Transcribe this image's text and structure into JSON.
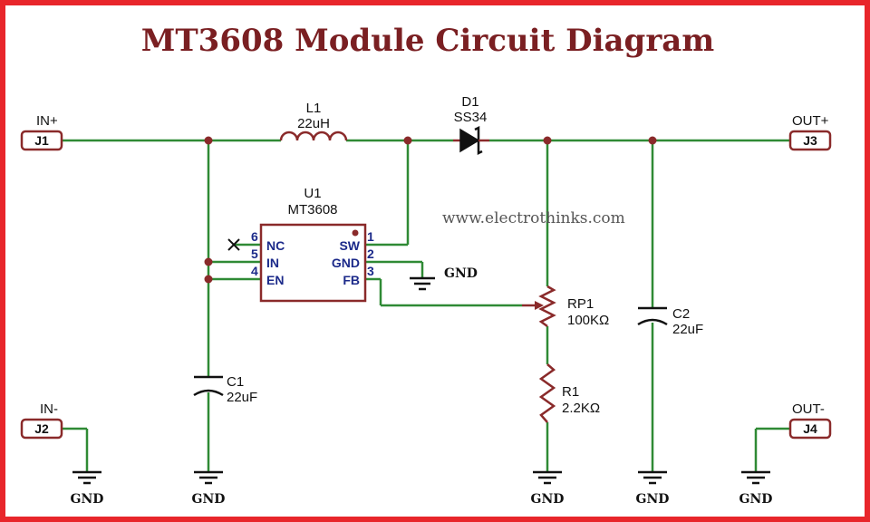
{
  "title": "MT3608 Module Circuit Diagram",
  "watermark": "www.electrothinks.com",
  "connectors": {
    "j1": {
      "id": "J1",
      "label": "IN+"
    },
    "j2": {
      "id": "J2",
      "label": "IN-"
    },
    "j3": {
      "id": "J3",
      "label": "OUT+"
    },
    "j4": {
      "id": "J4",
      "label": "OUT-"
    }
  },
  "inductor": {
    "ref": "L1",
    "value": "22uH"
  },
  "diode": {
    "ref": "D1",
    "value": "SS34"
  },
  "ic": {
    "ref": "U1",
    "part": "MT3608",
    "pins_left": [
      {
        "num": "6",
        "name": "NC"
      },
      {
        "num": "5",
        "name": "IN"
      },
      {
        "num": "4",
        "name": "EN"
      }
    ],
    "pins_right": [
      {
        "num": "1",
        "name": "SW"
      },
      {
        "num": "2",
        "name": "GND"
      },
      {
        "num": "3",
        "name": "FB"
      }
    ]
  },
  "c1": {
    "ref": "C1",
    "value": "22uF"
  },
  "c2": {
    "ref": "C2",
    "value": "22uF"
  },
  "rp1": {
    "ref": "RP1",
    "value": "100KΩ"
  },
  "r1": {
    "ref": "R1",
    "value": "2.2KΩ"
  },
  "gnd_label": "GND",
  "colors": {
    "border": "#e8262b",
    "wire": "#2f8a35",
    "component": "#8a2a2a",
    "title": "#7a1f22"
  }
}
